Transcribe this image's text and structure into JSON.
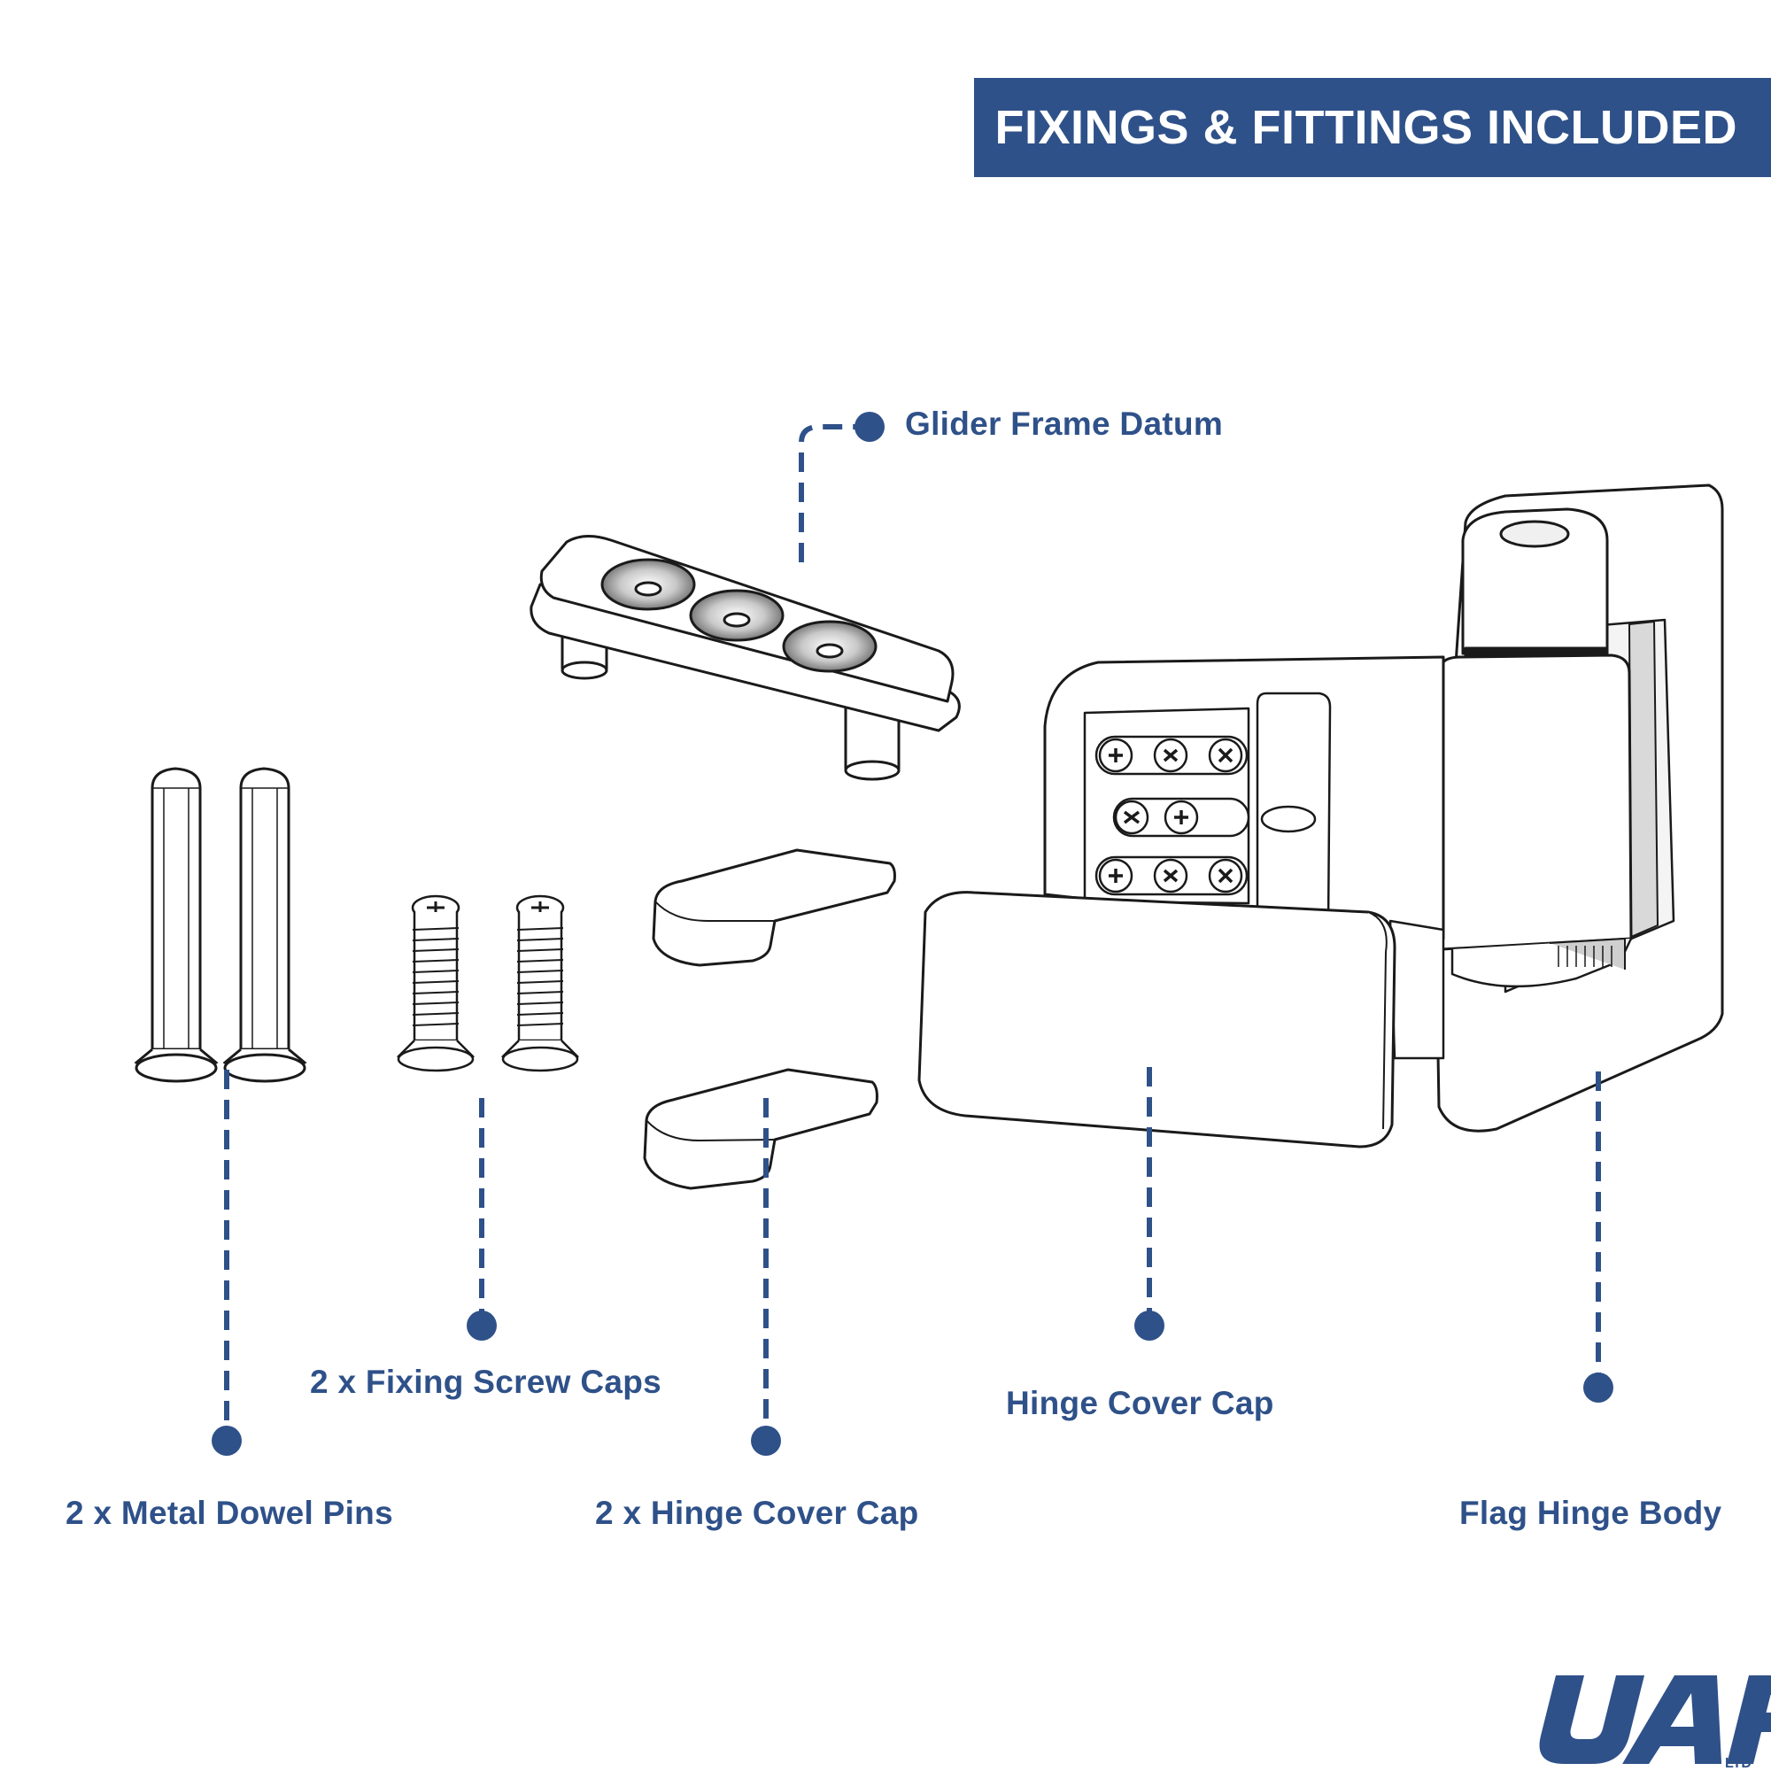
{
  "header": {
    "title": "FIXINGS & FITTINGS INCLUDED"
  },
  "labels": {
    "glider_frame_datum": "Glider Frame Datum",
    "metal_dowel_pins": "2 x Metal Dowel Pins",
    "fixing_screw_caps": "2 x  Fixing Screw Caps",
    "hinge_cover_caps": "2 x Hinge Cover Cap",
    "hinge_cover_cap": "Hinge Cover Cap",
    "flag_hinge_body": "Flag Hinge Body"
  },
  "logo": {
    "brand": "UAP",
    "suffix": "LTD"
  },
  "colors": {
    "accent": "#2f5189",
    "line": "#1a1a1a",
    "background": "#ffffff"
  }
}
